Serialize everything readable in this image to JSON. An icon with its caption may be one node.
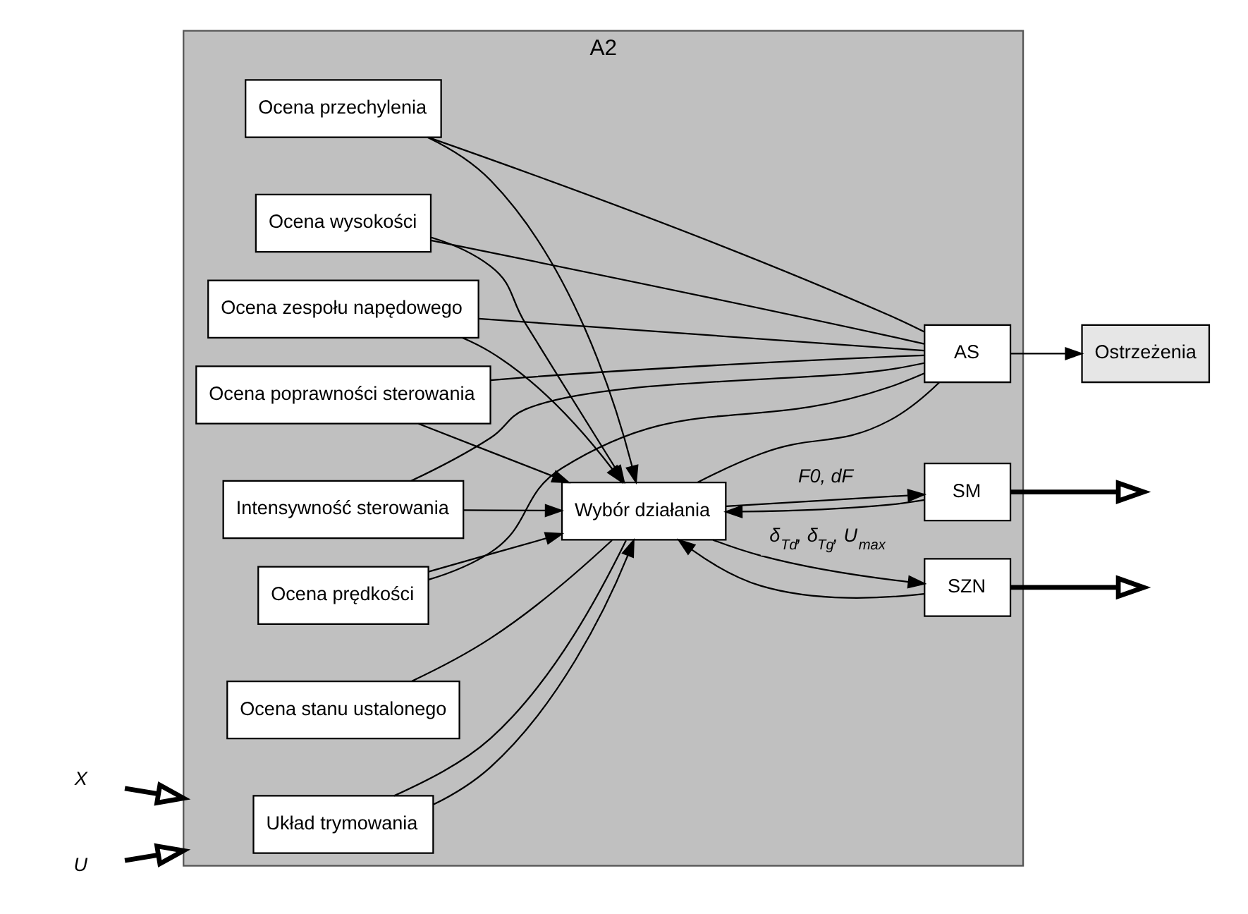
{
  "diagram": {
    "nodes": [
      {
        "text": [
          "X"
        ]
      },
      {
        "text": [
          "U"
        ]
      },
      {
        "text": [
          "A2"
        ]
      },
      {
        "text": [
          "Układ trymowania"
        ],
        "in": 2
      },
      {
        "text": [
          "Ocena stanu ustalonego"
        ],
        "in": 2
      },
      {
        "text": [
          "Ocena prędkości"
        ],
        "in": 2
      },
      {
        "text": [
          "Ocena wysokości"
        ],
        "in": 2
      },
      {
        "text": [
          "Ocena przechylenia"
        ],
        "in": 2
      },
      {
        "text": [
          "Ocena zespołu napędowego"
        ],
        "in": 2
      },
      {
        "text": [
          "Intensywność sterowania"
        ],
        "in": 2
      },
      {
        "text": [
          "Ocena poprawności sterowania"
        ],
        "in": 2
      },
      {
        "text": [
          "Wybór działania"
        ],
        "in": 2
      },
      {
        "text": [
          "AS"
        ],
        "in": 2
      },
      {
        "text": [
          "SM"
        ],
        "in": 2
      },
      {
        "text": [
          "SZN"
        ],
        "in": 2
      },
      {
        "text": [
          "Ostrzeżenia"
        ]
      }
    ],
    "edges": [
      {
        "from": 0,
        "to": 2,
        "arrow": "to",
        "style": "thick"
      },
      {
        "from": 1,
        "to": 2,
        "arrow": "to",
        "style": "thick"
      },
      {
        "from": 3,
        "to": 11,
        "arrow": "to"
      },
      {
        "from": 3,
        "to": 11,
        "arrow": "none"
      },
      {
        "from": 4,
        "to": 11,
        "arrow": "none"
      },
      {
        "from": 5,
        "to": 11,
        "arrow": "to"
      },
      {
        "from": 6,
        "to": 11,
        "arrow": "to"
      },
      {
        "from": 7,
        "to": 11,
        "arrow": "to"
      },
      {
        "from": 8,
        "to": 11,
        "arrow": "to"
      },
      {
        "from": 9,
        "to": 11,
        "arrow": "to"
      },
      {
        "from": 10,
        "to": 11,
        "arrow": "to"
      },
      {
        "from": 5,
        "to": 12,
        "arrow": "none"
      },
      {
        "from": 6,
        "to": 12,
        "arrow": "none"
      },
      {
        "from": 7,
        "to": 12,
        "arrow": "none"
      },
      {
        "from": 8,
        "to": 12,
        "arrow": "none"
      },
      {
        "from": 9,
        "to": 12,
        "arrow": "none"
      },
      {
        "from": 10,
        "to": 12,
        "arrow": "none"
      },
      {
        "from": 11,
        "to": 13,
        "arrow": "to",
        "label": "F0, dF"
      },
      {
        "from": 13,
        "to": 11,
        "arrow": "to"
      },
      {
        "from": 11,
        "to": 14,
        "arrow": "to",
        "label": "δ$_{Td}$, δ$_{Tg}$, U$_{max}$"
      },
      {
        "from": 14,
        "to": 11,
        "arrow": "to"
      },
      {
        "from": 11,
        "to": 12,
        "arrow": "none"
      },
      {
        "from": 12,
        "to": 15,
        "arrow": "to"
      },
      {
        "from": 13,
        "to": null,
        "arrow": "to",
        "style": "thick"
      },
      {
        "from": 14,
        "to": null,
        "arrow": "to",
        "style": "thick"
      }
    ]
  }
}
